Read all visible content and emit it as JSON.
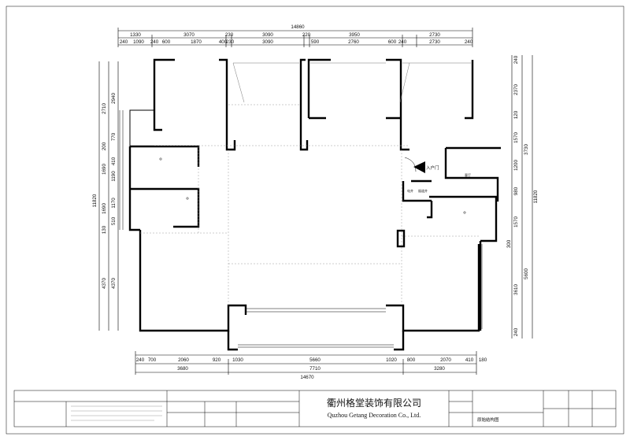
{
  "title_block": {
    "company_cn": "衢州格堂装饰有限公司",
    "company_en": "Quzhou Getang Decoration Co., Ltd.",
    "drawing_name": "原始结构图",
    "entrance_label": "入户门"
  },
  "rooms": {
    "tube_well": "烟道井",
    "electric": "电井",
    "room_small": "客厅"
  },
  "dims": {
    "top_total": "14860",
    "top_row1": [
      "1330",
      "3070",
      "230",
      "3090",
      "220",
      "3950",
      "600",
      "2730"
    ],
    "top_row2": [
      "240",
      "1090",
      "240",
      "600",
      "1870",
      "400",
      "230",
      "3090",
      "590",
      "2760",
      "240",
      "2730",
      "240"
    ],
    "bottom_row1": [
      "240",
      "700",
      "2060",
      "920",
      "1030",
      "5660",
      "1020",
      "800",
      "2070",
      "410",
      "180"
    ],
    "bottom_row2": [
      "3680",
      "7710",
      "3280"
    ],
    "bottom_total": "14670",
    "left_total": "11820",
    "left_col": [
      "2710",
      "200",
      "1690",
      "1690",
      "130",
      "4370"
    ],
    "left_col2": [
      "2940",
      "770",
      "410",
      "1190",
      "1170",
      "510",
      "4370"
    ],
    "right_total": "11820",
    "right_col": [
      "240",
      "2370",
      "120",
      "1570",
      "1200",
      "980",
      "1570",
      "300",
      "3610",
      "240"
    ],
    "right_col2": [
      "3730",
      "5600"
    ]
  }
}
